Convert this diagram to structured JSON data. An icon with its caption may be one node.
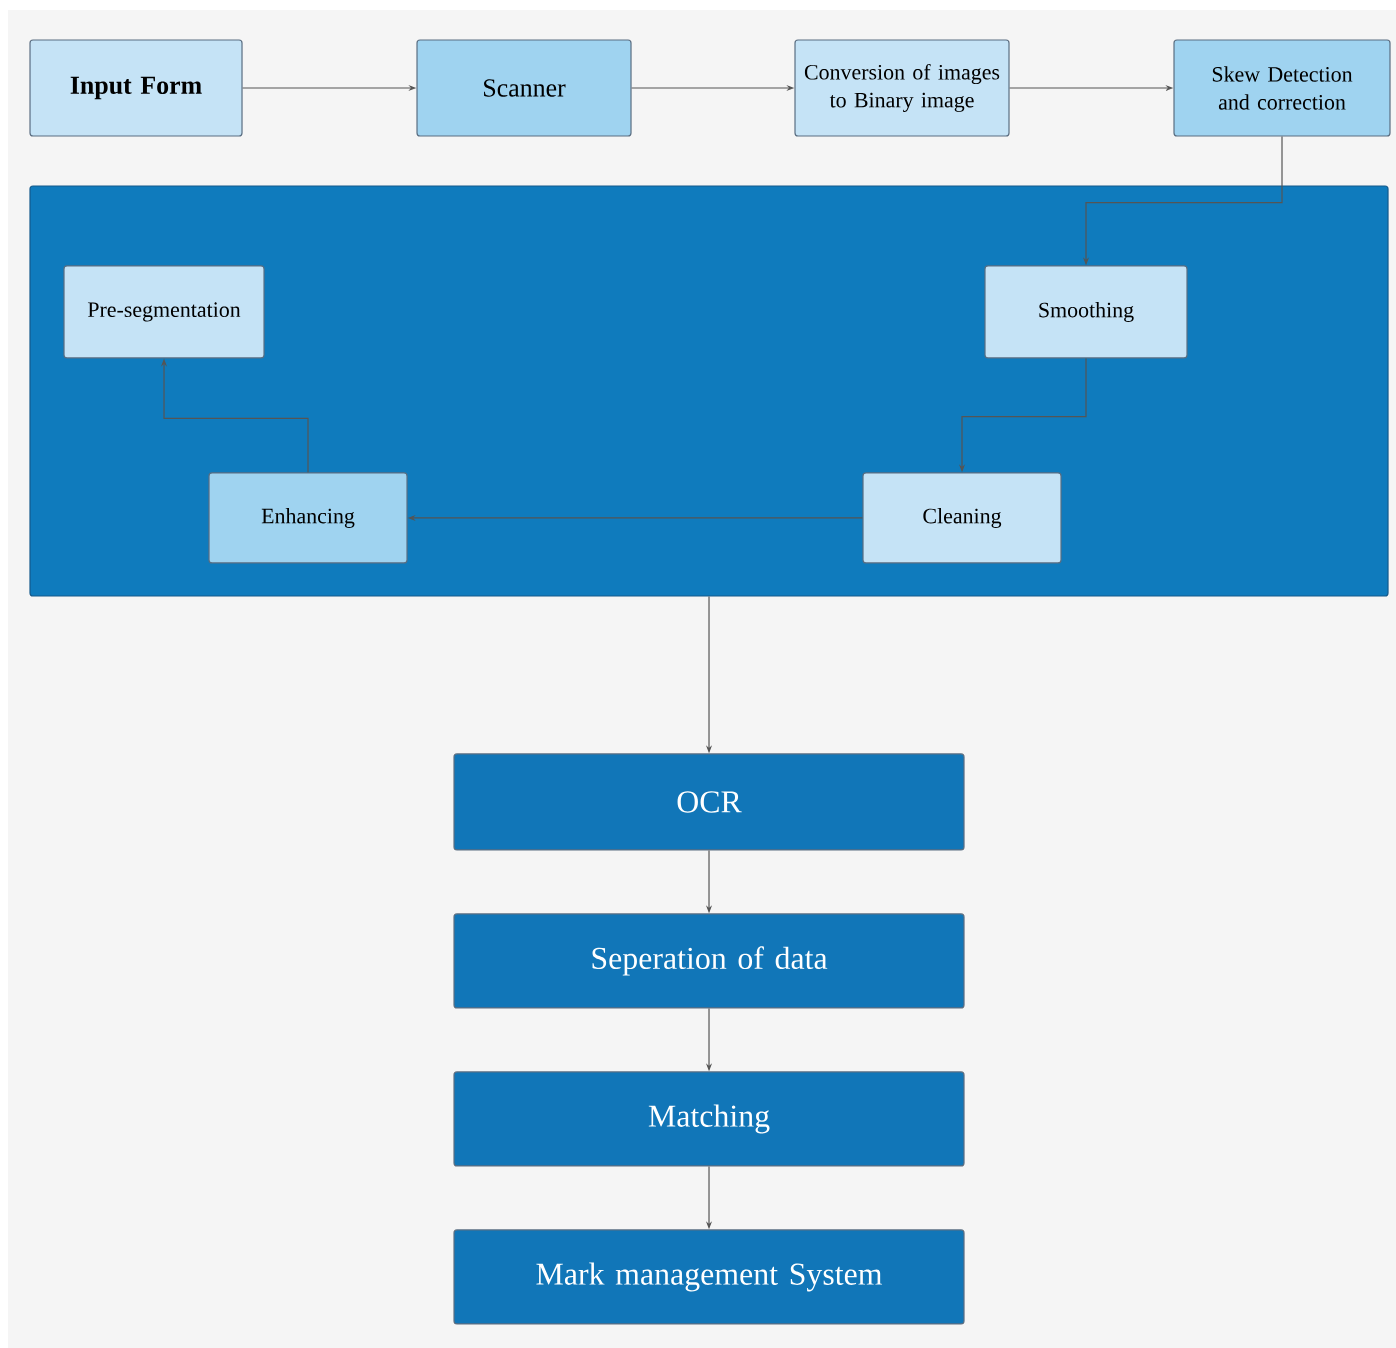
{
  "diagram": {
    "nodes": [
      {
        "text": [
          "**Input Form**"
        ]
      },
      {
        "text": [
          "Scanner"
        ]
      },
      {
        "text": [
          "Conversion of images to Binary image"
        ]
      },
      {
        "text": [
          "Skew Detection and correction"
        ]
      },
      {
        "text": [],
        "shape": "box"
      },
      {
        "text": [
          "Pre-segmentation"
        ],
        "in": 4
      },
      {
        "text": [
          "Smoothing"
        ],
        "in": 4
      },
      {
        "text": [
          "Enhancing"
        ],
        "in": 4
      },
      {
        "text": [
          "Cleaning"
        ],
        "in": 4
      },
      {
        "text": [
          "OCR"
        ]
      },
      {
        "text": [
          "Seperation of data"
        ]
      },
      {
        "text": [
          "Matching"
        ]
      },
      {
        "text": [
          "Mark management System"
        ]
      }
    ],
    "edges": [
      {
        "from": 0,
        "to": 1,
        "arrow": "to"
      },
      {
        "from": 1,
        "to": 2,
        "arrow": "to"
      },
      {
        "from": 2,
        "to": 3,
        "arrow": "to"
      },
      {
        "from": 3,
        "to": 6,
        "arrow": "to"
      },
      {
        "from": 6,
        "to": 8,
        "arrow": "to"
      },
      {
        "from": 8,
        "to": 7,
        "arrow": "to"
      },
      {
        "from": 7,
        "to": 5,
        "arrow": "to"
      },
      {
        "from": 4,
        "to": 9,
        "arrow": "to"
      },
      {
        "from": 9,
        "to": 10,
        "arrow": "to"
      },
      {
        "from": 10,
        "to": 11,
        "arrow": "to"
      },
      {
        "from": 11,
        "to": 12,
        "arrow": "to"
      }
    ]
  }
}
